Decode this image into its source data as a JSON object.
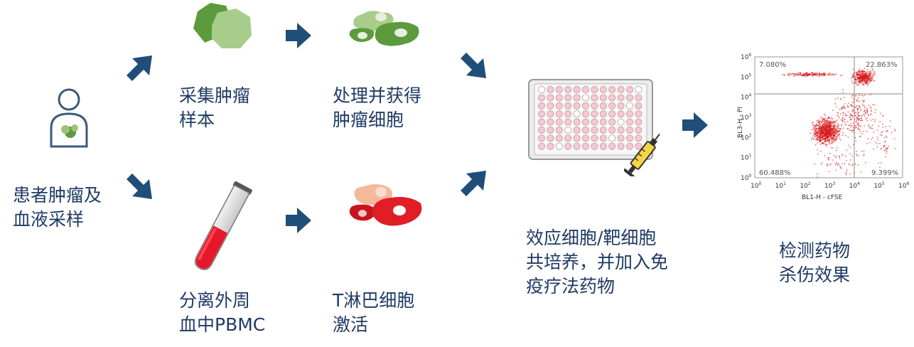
{
  "labels": {
    "patient": [
      "患者肿瘤及",
      "血液采样"
    ],
    "tumor_sample": [
      "采集肿瘤",
      "样本"
    ],
    "tumor_cells": [
      "处理并获得",
      "肿瘤细胞"
    ],
    "pbmc": [
      "分离外周",
      "血中PBMC"
    ],
    "t_cells": [
      "T淋巴细胞",
      "激活"
    ],
    "coculture": [
      "效应细胞/靶细胞",
      "共培养，并加入免",
      "疫疗法药物"
    ],
    "detection": [
      "检测药物",
      "杀伤效果"
    ]
  },
  "flow_plot": {
    "y_label": "BL3-H - PI",
    "x_label": "BL1-H - cFSE",
    "q_top_left": "7.080%",
    "q_top_right": "22.863%",
    "q_bottom_left": "60.488%",
    "q_bottom_right": "9.399%",
    "tick_base": "10",
    "y_ticks": [
      "6",
      "5",
      "4",
      "3",
      "2",
      "1",
      "0"
    ],
    "x_ticks": [
      "0",
      "1",
      "2",
      "3",
      "4",
      "5",
      "6"
    ]
  },
  "colors": {
    "arrow": "#1f4e79",
    "text": "#1f3b64",
    "tumor_light": "#9bc27a",
    "tumor_dark": "#5c9a3e",
    "t_cell_red": "#e01e26",
    "t_cell_peach": "#f4b99a",
    "blood_red": "#e8162a",
    "well_pink": "#f5c9d0",
    "flow_dot": "#d7191c"
  },
  "icons": [
    "patient-icon",
    "tumor-sample-icon",
    "tumor-cells-icon",
    "blood-tube-icon",
    "t-cells-icon",
    "well-plate-icon",
    "syringe-icon",
    "flow-cytometry-plot"
  ]
}
